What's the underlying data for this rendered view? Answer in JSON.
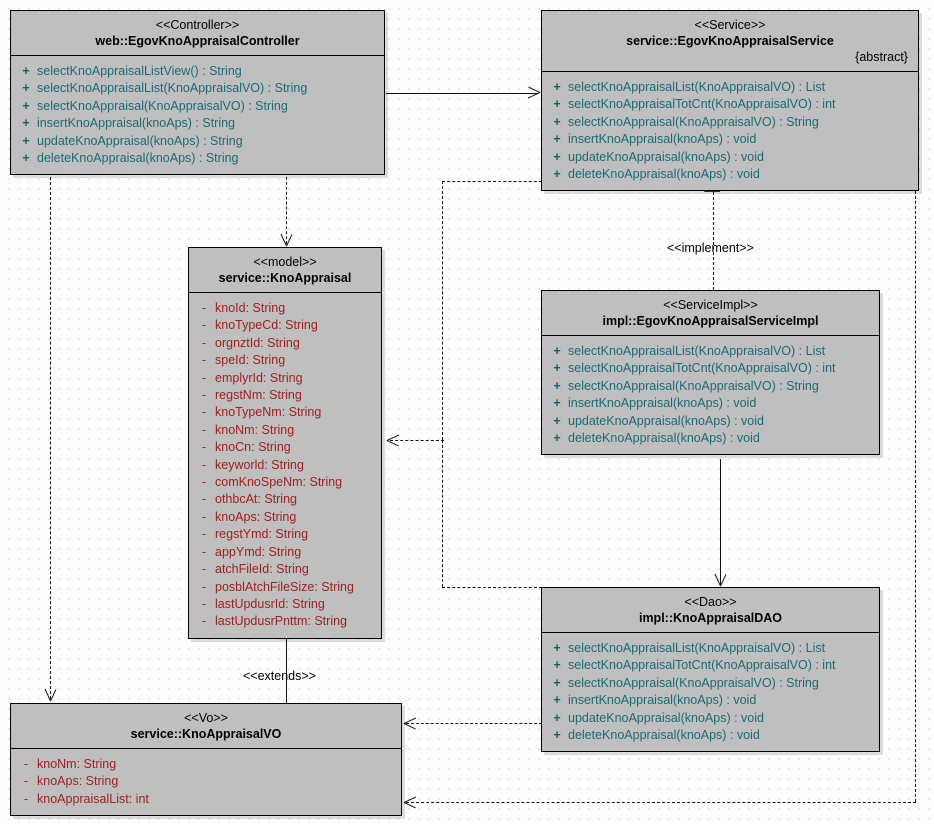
{
  "diagram": {
    "title": "EgovKnoAppraisal UML Class Diagram",
    "colors": {
      "class_fill": "#bfbfbf",
      "border": "#000000",
      "operation_text": "#1a6b76",
      "attribute_text": "#a02020",
      "canvas": "#fdfdfd"
    }
  },
  "classes": {
    "controller": {
      "stereotype": "<<Controller>>",
      "name": "web::EgovKnoAppraisalController",
      "members": [
        {
          "visibility": "+",
          "signature": "selectKnoAppraisalListView() : String"
        },
        {
          "visibility": "+",
          "signature": "selectKnoAppraisalList(KnoAppraisalVO) : String"
        },
        {
          "visibility": "+",
          "signature": "selectKnoAppraisal(KnoAppraisalVO) : String"
        },
        {
          "visibility": "+",
          "signature": "insertKnoAppraisal(knoAps) : String"
        },
        {
          "visibility": "+",
          "signature": "updateKnoAppraisal(knoAps) : String"
        },
        {
          "visibility": "+",
          "signature": "deleteKnoAppraisal(knoAps) : String"
        }
      ]
    },
    "service": {
      "stereotype": "<<Service>>",
      "name": "service::EgovKnoAppraisalService",
      "modifier": "{abstract}",
      "members": [
        {
          "visibility": "+",
          "signature": "selectKnoAppraisalList(KnoAppraisalVO) : List"
        },
        {
          "visibility": "+",
          "signature": "selectKnoAppraisalTotCnt(KnoAppraisalVO) : int"
        },
        {
          "visibility": "+",
          "signature": "selectKnoAppraisal(KnoAppraisalVO) : String"
        },
        {
          "visibility": "+",
          "signature": "insertKnoAppraisal(knoAps) : void"
        },
        {
          "visibility": "+",
          "signature": "updateKnoAppraisal(knoAps) : void"
        },
        {
          "visibility": "+",
          "signature": "deleteKnoAppraisal(knoAps) : void"
        }
      ]
    },
    "model": {
      "stereotype": "<<model>>",
      "name": "service::KnoAppraisal",
      "members": [
        {
          "visibility": "-",
          "signature": "knoId:  String"
        },
        {
          "visibility": "-",
          "signature": "knoTypeCd:  String"
        },
        {
          "visibility": "-",
          "signature": "orgnztId:  String"
        },
        {
          "visibility": "-",
          "signature": "speId:  String"
        },
        {
          "visibility": "-",
          "signature": "emplyrId:  String"
        },
        {
          "visibility": "-",
          "signature": "regstNm:  String"
        },
        {
          "visibility": "-",
          "signature": "knoTypeNm:  String"
        },
        {
          "visibility": "-",
          "signature": "knoNm:  String"
        },
        {
          "visibility": "-",
          "signature": "knoCn:  String"
        },
        {
          "visibility": "-",
          "signature": "keyworld:  String"
        },
        {
          "visibility": "-",
          "signature": "comKnoSpeNm:  String"
        },
        {
          "visibility": "-",
          "signature": "othbcAt:  String"
        },
        {
          "visibility": "-",
          "signature": "knoAps:  String"
        },
        {
          "visibility": "-",
          "signature": "regstYmd:  String"
        },
        {
          "visibility": "-",
          "signature": "appYmd:  String"
        },
        {
          "visibility": "-",
          "signature": "atchFileId:  String"
        },
        {
          "visibility": "-",
          "signature": "posblAtchFileSize:  String"
        },
        {
          "visibility": "-",
          "signature": "lastUpdusrId:  String"
        },
        {
          "visibility": "-",
          "signature": "lastUpdusrPnttm:  String"
        }
      ]
    },
    "serviceimpl": {
      "stereotype": "<<ServiceImpl>>",
      "name": "impl::EgovKnoAppraisalServiceImpl",
      "members": [
        {
          "visibility": "+",
          "signature": "selectKnoAppraisalList(KnoAppraisalVO) : List"
        },
        {
          "visibility": "+",
          "signature": "selectKnoAppraisalTotCnt(KnoAppraisalVO) : int"
        },
        {
          "visibility": "+",
          "signature": "selectKnoAppraisal(KnoAppraisalVO) : String"
        },
        {
          "visibility": "+",
          "signature": "insertKnoAppraisal(knoAps) : void"
        },
        {
          "visibility": "+",
          "signature": "updateKnoAppraisal(knoAps) : void"
        },
        {
          "visibility": "+",
          "signature": "deleteKnoAppraisal(knoAps) : void"
        }
      ]
    },
    "dao": {
      "stereotype": "<<Dao>>",
      "name": "impl::KnoAppraisalDAO",
      "members": [
        {
          "visibility": "+",
          "signature": "selectKnoAppraisalList(KnoAppraisalVO) : List"
        },
        {
          "visibility": "+",
          "signature": "selectKnoAppraisalTotCnt(KnoAppraisalVO) : int"
        },
        {
          "visibility": "+",
          "signature": "selectKnoAppraisal(KnoAppraisalVO) : String"
        },
        {
          "visibility": "+",
          "signature": "insertKnoAppraisal(knoAps) : void"
        },
        {
          "visibility": "+",
          "signature": "updateKnoAppraisal(knoAps) : void"
        },
        {
          "visibility": "+",
          "signature": "deleteKnoAppraisal(knoAps) : void"
        }
      ]
    },
    "vo": {
      "stereotype": "<<Vo>>",
      "name": "service::KnoAppraisalVO",
      "members": [
        {
          "visibility": "-",
          "signature": "knoNm:  String"
        },
        {
          "visibility": "-",
          "signature": "knoAps:  String"
        },
        {
          "visibility": "-",
          "signature": "knoAppraisalList:  int"
        }
      ]
    }
  },
  "relationships": {
    "implement_label": "<<implement>>",
    "extends_label": "<<extends>>"
  }
}
